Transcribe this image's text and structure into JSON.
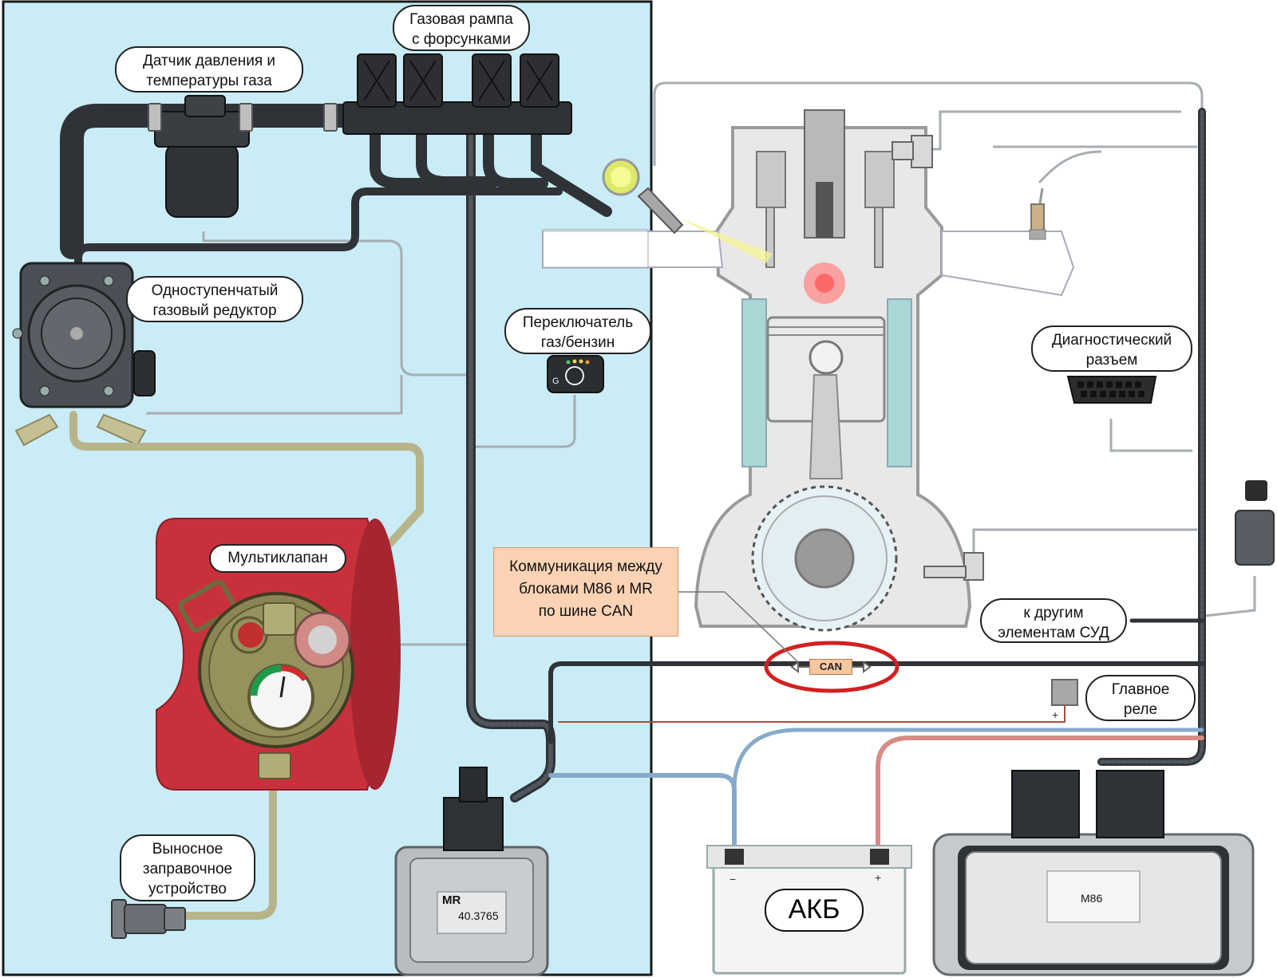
{
  "labels": {
    "gas_rail": "Газовая рампа\nс форсунками",
    "pressure_sensor": "Датчик давления и\nтемпературы газа",
    "reducer": "Одноступенчатый\nгазовый редуктор",
    "switch": "Переключатель\nгаз/бензин",
    "multivalve": "Мультиклапан",
    "filler": "Выносное\nзаправочное\nустройство",
    "can_comm": "Коммуникация между\nблоками М86 и MR\nпо шине CAN",
    "diag_connector": "Диагностический\nразъем",
    "other_elements": "к другим\nэлементам СУД",
    "main_relay": "Главное\nреле",
    "battery": "АКБ"
  },
  "can_chip": "CAN",
  "ecu_mr": {
    "title": "MR",
    "code": "40.3765"
  },
  "ecu_m86": {
    "title": "M86"
  },
  "battery_signs": {
    "minus": "−",
    "plus": "+"
  },
  "relay_sign": "+",
  "switch_letter": "G",
  "colors": {
    "gas_zone_bg": "#c9ecf6",
    "tank_red": "#c8313c",
    "can_ellipse": "#d42020",
    "positive_wire": "#d98a84",
    "negative_wire": "#86aacb",
    "hose_dark": "#2f3338",
    "feed_hose": "#b8b48a"
  },
  "icons": [
    "gas-tank-icon",
    "multivalve-icon",
    "reducer-icon",
    "injector-rail-icon",
    "filter-icon",
    "switch-icon",
    "ecu-mr-icon",
    "ecu-m86-icon",
    "battery-icon",
    "engine-cylinder-icon",
    "piston-icon",
    "crank-wheel-icon",
    "obd-connector-icon",
    "lambda-sensor-icon",
    "petrol-injector-icon",
    "filler-valve-icon",
    "relay-icon",
    "pressure-sensor-icon"
  ]
}
